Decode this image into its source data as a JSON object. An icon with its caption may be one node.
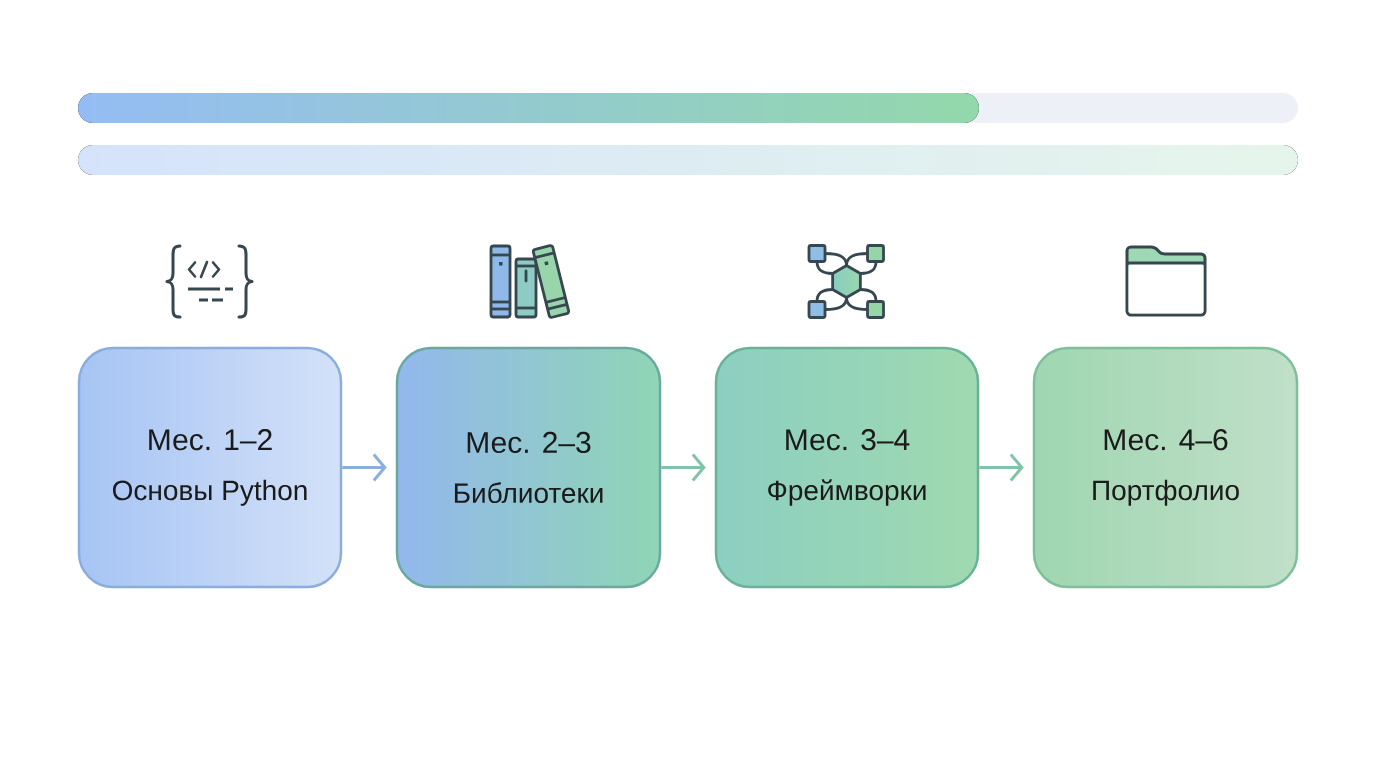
{
  "diagram": {
    "nodes": [
      {
        "text": [
          "Мес. 1–2",
          "Основы Python"
        ]
      },
      {
        "text": [
          "Мес. 2–3",
          "Библиотеки"
        ]
      },
      {
        "text": [
          "Мес. 3–4",
          "Фреймворки"
        ]
      },
      {
        "text": [
          "Мес. 4–6",
          "Портфолио"
        ]
      }
    ],
    "edges": [
      {
        "from": 0,
        "to": 1,
        "arrow": "to",
        "color": "#8aaede"
      },
      {
        "from": 1,
        "to": 2,
        "arrow": "to"
      },
      {
        "from": 2,
        "to": 3,
        "arrow": "to"
      }
    ]
  }
}
